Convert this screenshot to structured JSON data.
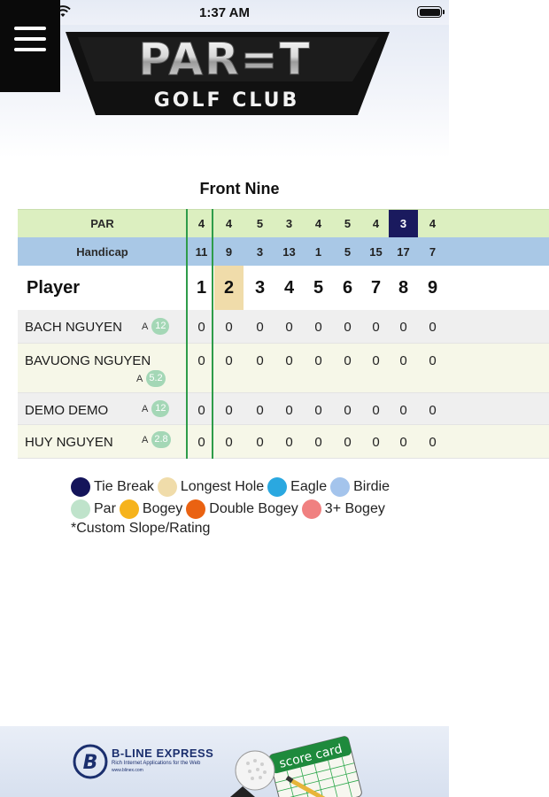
{
  "status": {
    "time": "1:37 AM"
  },
  "logo": {
    "line1": "PAR=T",
    "line2": "GOLF CLUB"
  },
  "section_title": "Front Nine",
  "table": {
    "par_label": "PAR",
    "handicap_label": "Handicap",
    "player_label": "Player",
    "par": [
      "4",
      "4",
      "5",
      "3",
      "4",
      "5",
      "4",
      "3",
      "4"
    ],
    "handicap": [
      "11",
      "9",
      "3",
      "13",
      "1",
      "5",
      "15",
      "17",
      "7"
    ],
    "holes": [
      "1",
      "2",
      "3",
      "4",
      "5",
      "6",
      "7",
      "8",
      "9"
    ],
    "players": [
      {
        "name": "BACH NGUYEN",
        "hcp_prefix": "A",
        "hcp": "12",
        "scores": [
          "0",
          "0",
          "0",
          "0",
          "0",
          "0",
          "0",
          "0",
          "0"
        ]
      },
      {
        "name": "BAVUONG NGUYEN",
        "hcp_prefix": "A",
        "hcp": "5.2",
        "scores": [
          "0",
          "0",
          "0",
          "0",
          "0",
          "0",
          "0",
          "0",
          "0"
        ]
      },
      {
        "name": "DEMO DEMO",
        "hcp_prefix": "A",
        "hcp": "12",
        "scores": [
          "0",
          "0",
          "0",
          "0",
          "0",
          "0",
          "0",
          "0",
          "0"
        ]
      },
      {
        "name": "HUY NGUYEN",
        "hcp_prefix": "A",
        "hcp": "2.8",
        "scores": [
          "0",
          "0",
          "0",
          "0",
          "0",
          "0",
          "0",
          "0",
          "0"
        ]
      }
    ]
  },
  "legend": {
    "items": [
      {
        "label": "Tie Break",
        "color": "#14145a"
      },
      {
        "label": "Longest Hole",
        "color": "#f0dcaa"
      },
      {
        "label": "Eagle",
        "color": "#2aa8e0"
      },
      {
        "label": "Birdie",
        "color": "#a4c4ec"
      },
      {
        "label": "Par",
        "color": "#bfe3cb"
      },
      {
        "label": "Bogey",
        "color": "#f6b31c"
      },
      {
        "label": "Double Bogey",
        "color": "#ea6212"
      },
      {
        "label": "3+ Bogey",
        "color": "#f08080"
      }
    ],
    "note": "*Custom Slope/Rating"
  },
  "footer": {
    "brand": "B-LINE EXPRESS",
    "tagline": "Rich Internet Applications for the Web",
    "url": "www.blinex.com",
    "card_text": "score card"
  },
  "colors": {
    "tie_break": "#1a1a5e",
    "longest_hole": "#f0dcaa",
    "divider": "#2e9c4a",
    "par_row": "#dcefc0",
    "handicap_row": "#a9c8e6"
  }
}
